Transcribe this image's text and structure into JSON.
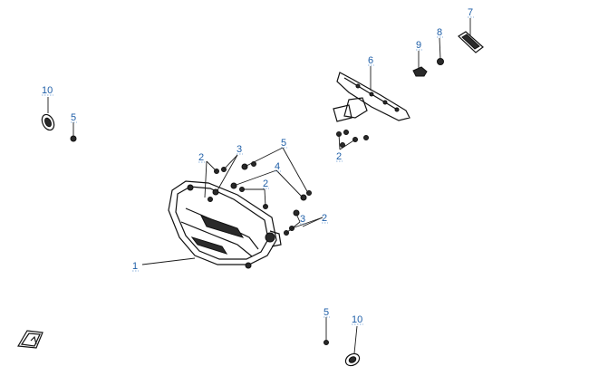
{
  "callouts": {
    "c1": "1",
    "c2a": "2",
    "c2b": "2",
    "c2c": "2",
    "c2d": "2",
    "c3a": "3",
    "c3b": "3",
    "c4": "4",
    "c5a": "5",
    "c5b": "5",
    "c5c": "5",
    "c6": "6",
    "c7": "7",
    "c8": "8",
    "c9": "9",
    "c10a": "10",
    "c10b": "10"
  },
  "colors": {
    "callout_text": "#1f5fa8",
    "line_art": "#111111",
    "background": "#ffffff"
  }
}
